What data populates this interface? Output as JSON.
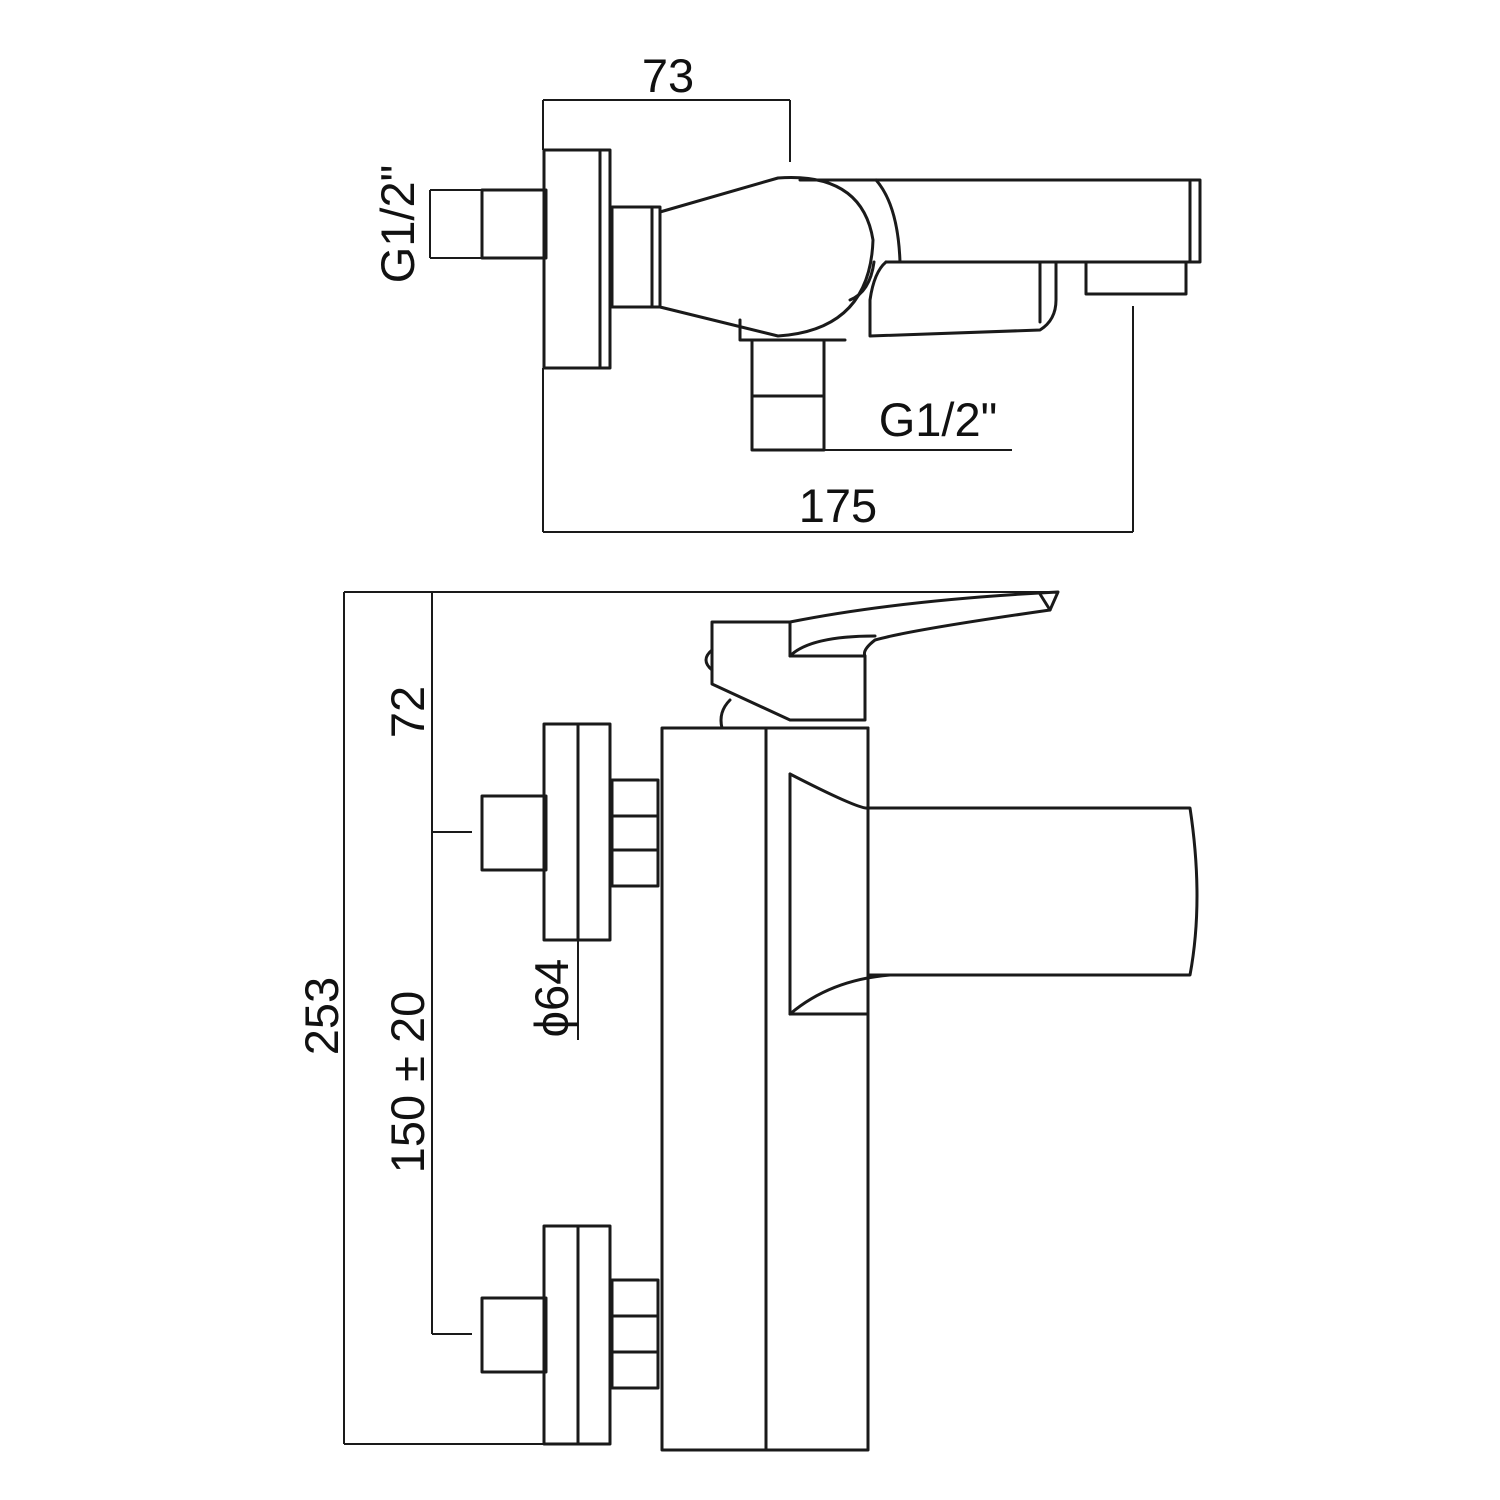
{
  "top_view": {
    "dim_depth": "73",
    "dim_inlet_thread": "G1/2\"",
    "dim_outlet_thread": "G1/2\"",
    "dim_overall_length": "175"
  },
  "front_view": {
    "dim_handle_height": "72",
    "dim_overall_height": "253",
    "dim_centers": "150 ± 20",
    "dim_flange_diameter": "ϕ64"
  }
}
